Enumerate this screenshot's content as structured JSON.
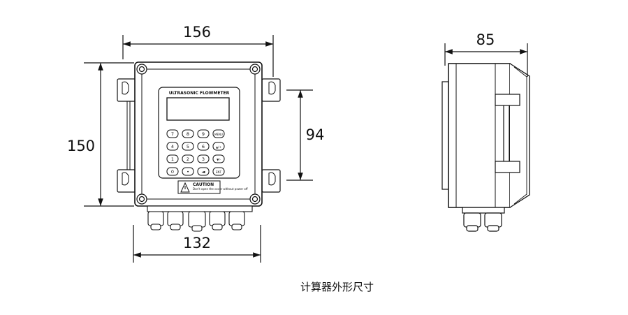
{
  "dimensions": {
    "front_width": "156",
    "front_height": "150",
    "mount_spacing": "94",
    "bottom_width": "132",
    "side_depth": "85"
  },
  "device": {
    "panel_title": "ULTRASONIC FLOWMETER",
    "caution_title": "CAUTION",
    "caution_text": "Don't open the cover without power off",
    "keys": [
      "7",
      "8",
      "9",
      "MENU",
      "4",
      "5",
      "6",
      "▲/+",
      "1",
      "2",
      "3",
      "▼/-",
      "0",
      "•",
      "◄",
      "ENT"
    ]
  },
  "caption": "计算器外形尺寸"
}
